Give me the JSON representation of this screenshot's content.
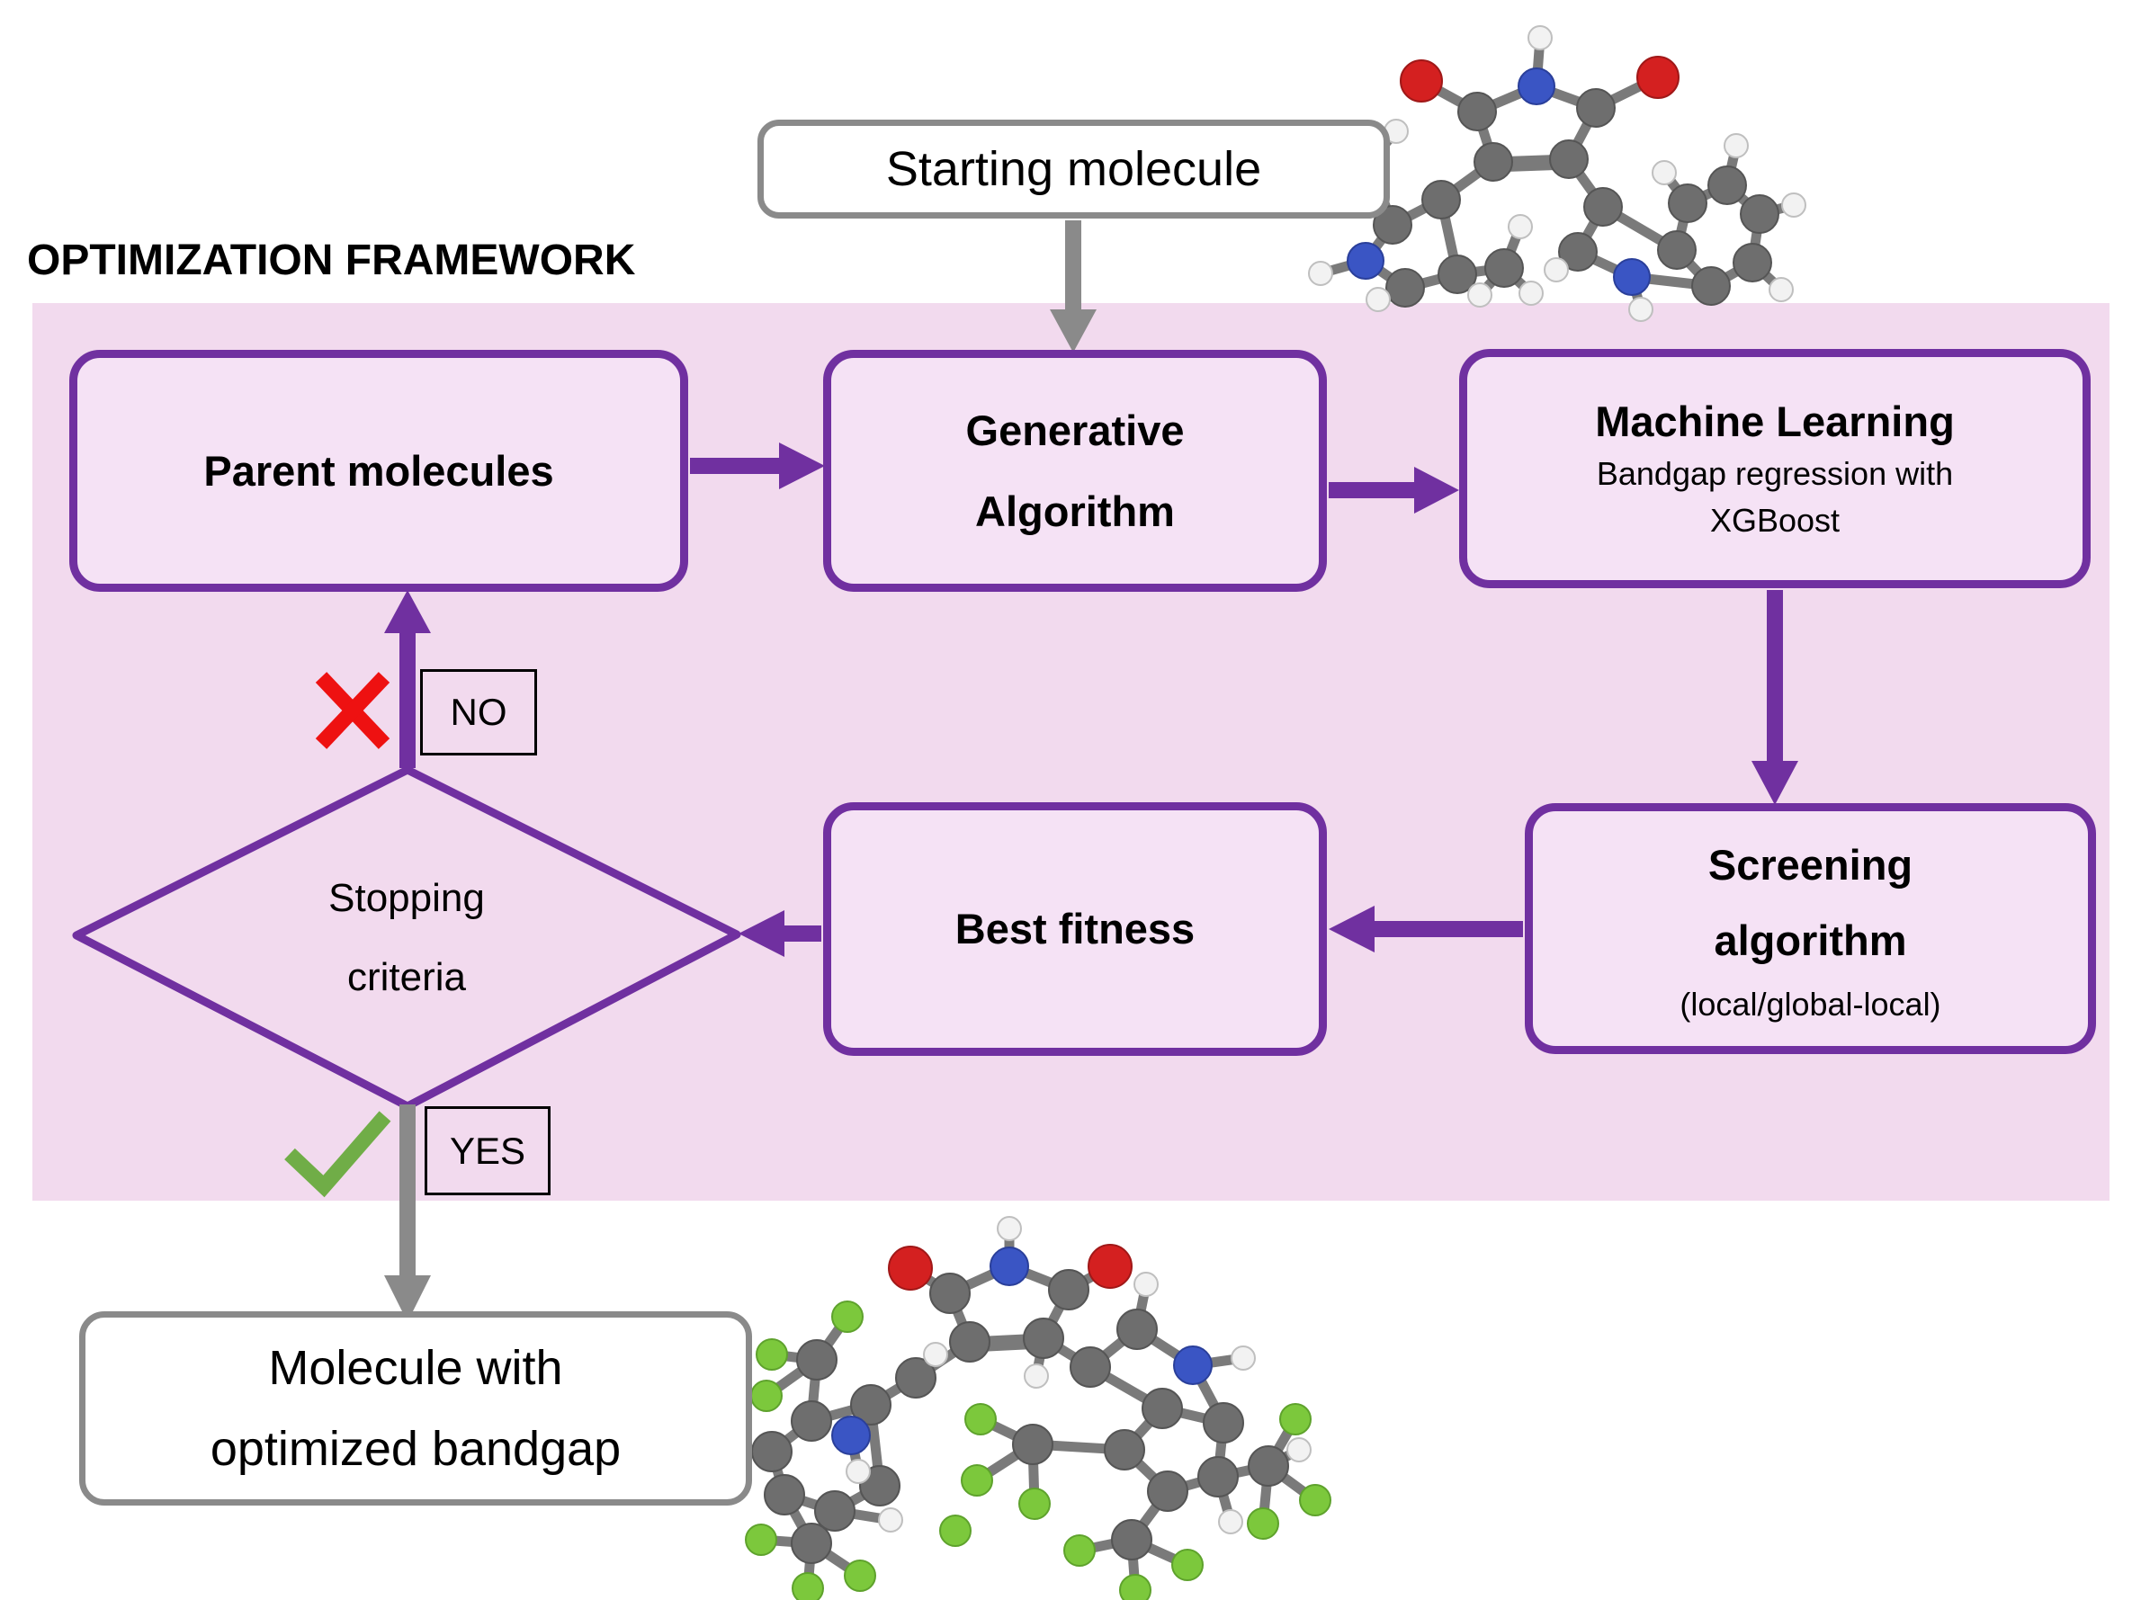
{
  "title": "OPTIMIZATION FRAMEWORK",
  "nodes": {
    "starting_molecule": {
      "label": "Starting molecule"
    },
    "parent_molecules": {
      "label": "Parent molecules"
    },
    "generative_algorithm": {
      "line1": "Generative",
      "line2": "Algorithm"
    },
    "machine_learning": {
      "title": "Machine Learning",
      "subtitle_line1": "Bandgap regression with",
      "subtitle_line2": "XGBoost"
    },
    "screening_algorithm": {
      "title_line1": "Screening",
      "title_line2": "algorithm",
      "subtitle": "(local/global-local)"
    },
    "best_fitness": {
      "label": "Best fitness"
    },
    "stopping_criteria": {
      "line1": "Stopping",
      "line2": "criteria"
    },
    "output": {
      "line1": "Molecule with",
      "line2": "optimized  bandgap"
    }
  },
  "branch_labels": {
    "no": "NO",
    "yes": "YES"
  },
  "icons": {
    "reject": "red-cross-icon",
    "accept": "green-check-icon",
    "starting_molecule_image": "ball-and-stick-molecule",
    "optimized_molecule_image": "ball-and-stick-molecule-fluorinated"
  },
  "colors": {
    "purple": "#7030A0",
    "pink-bg": "#F2DAEE",
    "node-fill": "#F5E2F5",
    "gray": "#8A8A8A",
    "cross-red": "#EE1111",
    "check-green": "#70AD47",
    "text-black": "#000000",
    "atom-carbon": "#6E6E6E",
    "atom-hydrogen": "#F2F2F2",
    "atom-nitrogen": "#3A55C4",
    "atom-oxygen": "#D42020",
    "atom-fluorine": "#7CC83C"
  }
}
